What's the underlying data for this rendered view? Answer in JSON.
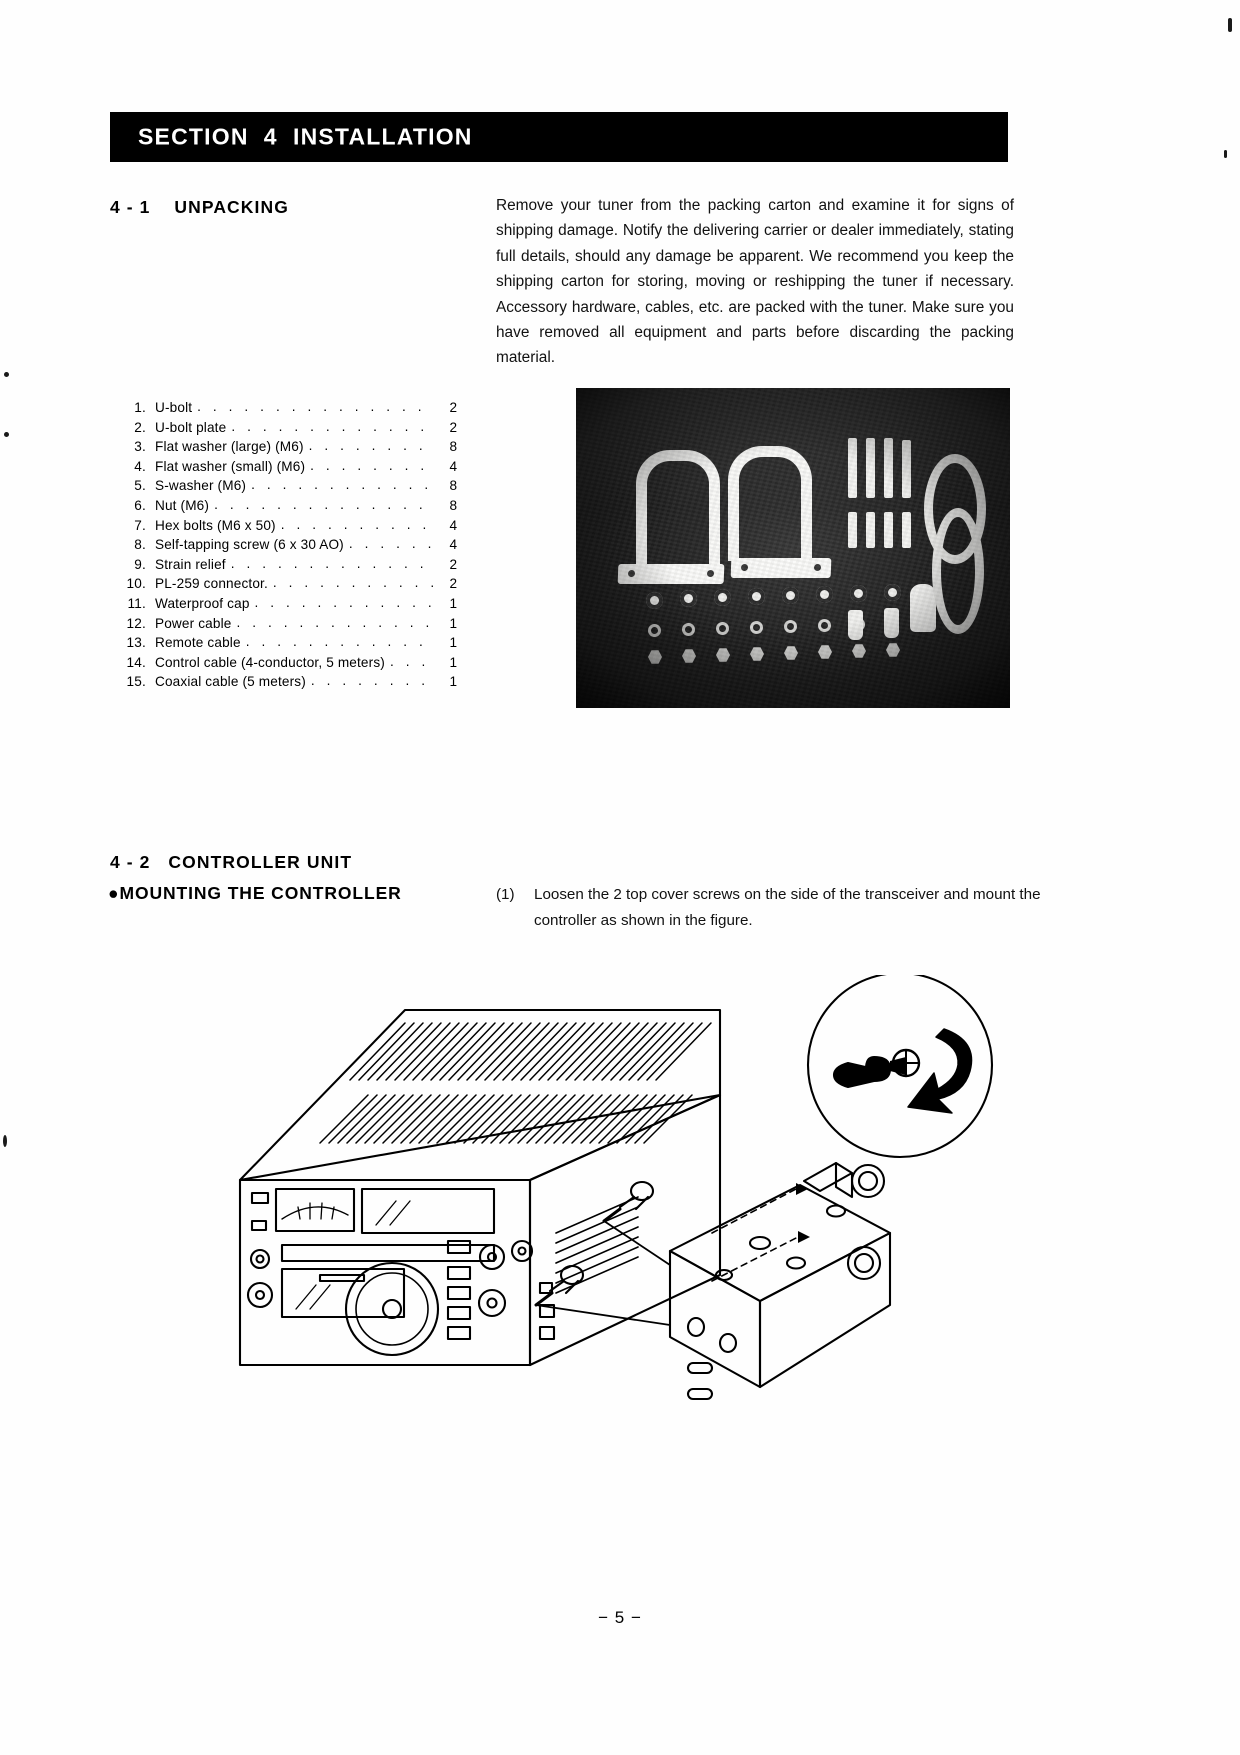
{
  "document": {
    "page_number": "− 5 −"
  },
  "banner": {
    "title": "SECTION  4  INSTALLATION"
  },
  "sections": {
    "unpacking": {
      "number": "4 - 1",
      "heading": "4 - 1    UNPACKING",
      "body": "Remove your tuner from the packing carton and examine it for signs of shipping damage.  Notify the delivering carrier or dealer immediately, stating full details, should any damage be apparent. We recommend you keep the shipping carton for storing, moving or reshipping the tuner if necessary.  Accessory hardware, cables, etc. are packed with the tuner.  Make sure you have removed all equipment and parts before discarding the packing material."
    },
    "controller_unit": {
      "heading": "4 - 2   CONTROLLER UNIT",
      "subheading": "●MOUNTING THE CONTROLLER",
      "instruction_number": "(1)",
      "instruction_text": "Loosen the 2 top cover screws on the side of the transceiver and mount the controller as shown in the figure."
    }
  },
  "parts_list": [
    {
      "index": "1.",
      "name": "U-bolt",
      "qty": "2"
    },
    {
      "index": "2.",
      "name": "U-bolt plate",
      "qty": "2"
    },
    {
      "index": "3.",
      "name": "Flat washer (large) (M6)",
      "qty": "8"
    },
    {
      "index": "4.",
      "name": "Flat washer (small) (M6)",
      "qty": "4"
    },
    {
      "index": "5.",
      "name": "S-washer (M6)",
      "qty": "8"
    },
    {
      "index": "6.",
      "name": "Nut (M6)",
      "qty": "8"
    },
    {
      "index": "7.",
      "name": "Hex bolts (M6 x 50)",
      "qty": "4"
    },
    {
      "index": "8.",
      "name": "Self-tapping screw (6 x 30 AO)",
      "qty": "4"
    },
    {
      "index": "9.",
      "name": "Strain relief",
      "qty": "2"
    },
    {
      "index": "10.",
      "name": "PL-259 connector.",
      "qty": "2"
    },
    {
      "index": "11.",
      "name": "Waterproof cap",
      "qty": "1"
    },
    {
      "index": "12.",
      "name": "Power cable",
      "qty": "1"
    },
    {
      "index": "13.",
      "name": "Remote cable",
      "qty": "1"
    },
    {
      "index": "14.",
      "name": "Control cable (4-conductor, 5 meters)",
      "qty": "1"
    },
    {
      "index": "15.",
      "name": "Coaxial cable (5 meters)",
      "qty": "1"
    }
  ],
  "figures": {
    "hardware_photo": {
      "caption": ""
    },
    "mounting_diagram": {
      "caption": ""
    }
  },
  "colors": {
    "banner_background": "#000000",
    "banner_text": "#ffffff",
    "page_background": "#ffffff",
    "ink": "#000000"
  }
}
